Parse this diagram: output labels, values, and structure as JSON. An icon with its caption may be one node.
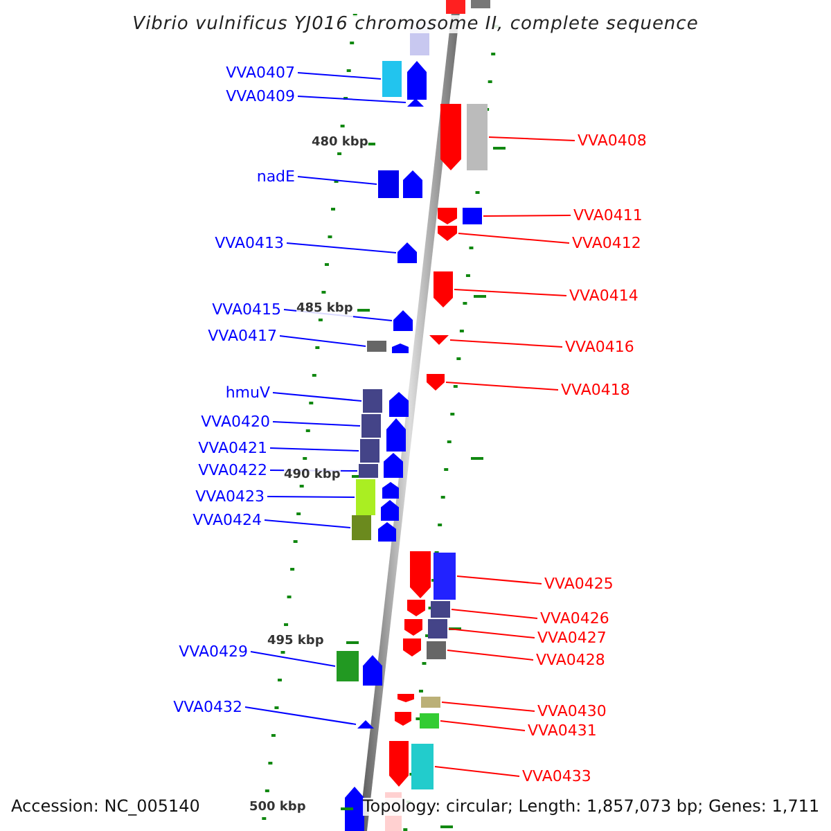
{
  "diagram": {
    "title": "Vibrio vulnificus YJ016 chromosome II, complete sequence",
    "nodes": [
      {
        "text": [
          "VVA0407"
        ]
      },
      {
        "text": [],
        "shape": "box"
      },
      {
        "text": [
          "VVA0409"
        ]
      },
      {
        "text": [],
        "shape": "triangle"
      },
      {
        "text": [
          "nadE"
        ]
      },
      {
        "text": [],
        "shape": "box"
      },
      {
        "text": [
          "VVA0413"
        ]
      },
      {
        "text": [],
        "shape": "pentagon"
      },
      {
        "text": [
          "VVA0415"
        ]
      },
      {
        "text": [],
        "shape": "pentagon"
      },
      {
        "text": [
          "VVA0417"
        ]
      },
      {
        "text": [],
        "shape": "box"
      },
      {
        "text": [
          "hmuV"
        ]
      },
      {
        "text": [],
        "shape": "box"
      },
      {
        "text": [
          "VVA0420"
        ]
      },
      {
        "text": [],
        "shape": "box"
      },
      {
        "text": [
          "VVA0421"
        ]
      },
      {
        "text": [],
        "shape": "box"
      },
      {
        "text": [
          "VVA0422"
        ]
      },
      {
        "text": [],
        "shape": "box"
      },
      {
        "text": [
          "VVA0423"
        ]
      },
      {
        "text": [],
        "shape": "box"
      },
      {
        "text": [
          "VVA0424"
        ]
      },
      {
        "text": [],
        "shape": "box"
      },
      {
        "text": [
          "VVA0429"
        ]
      },
      {
        "text": [],
        "shape": "box"
      },
      {
        "text": [
          "VVA0432"
        ]
      },
      {
        "text": [],
        "shape": "triangle"
      },
      {
        "text": [
          "VVA0408"
        ]
      },
      {
        "text": [],
        "shape": "box"
      },
      {
        "text": [
          "VVA0411"
        ]
      },
      {
        "text": [],
        "shape": "box"
      },
      {
        "text": [
          "VVA0412"
        ]
      },
      {
        "text": [],
        "shape": "pentagon"
      },
      {
        "text": [
          "VVA0414"
        ]
      },
      {
        "text": [],
        "shape": "pentagon"
      },
      {
        "text": [
          "VVA0416"
        ]
      },
      {
        "text": [],
        "shape": "triangle"
      },
      {
        "text": [
          "VVA0418"
        ]
      },
      {
        "text": [],
        "shape": "pentagon"
      },
      {
        "text": [
          "VVA0425"
        ]
      },
      {
        "text": [],
        "shape": "box"
      },
      {
        "text": [
          "VVA0426"
        ]
      },
      {
        "text": [],
        "shape": "box"
      },
      {
        "text": [
          "VVA0427"
        ]
      },
      {
        "text": [],
        "shape": "box"
      },
      {
        "text": [
          "VVA0428"
        ]
      },
      {
        "text": [],
        "shape": "box"
      },
      {
        "text": [
          "VVA0430"
        ]
      },
      {
        "text": [],
        "shape": "box"
      },
      {
        "text": [
          "VVA0431"
        ]
      },
      {
        "text": [],
        "shape": "box"
      },
      {
        "text": [
          "VVA0433"
        ]
      },
      {
        "text": [],
        "shape": "box"
      }
    ],
    "edges": [
      {
        "from": 0,
        "to": 1,
        "arrow": "none"
      },
      {
        "from": 2,
        "to": 3,
        "arrow": "none"
      },
      {
        "from": 4,
        "to": 5,
        "arrow": "none"
      },
      {
        "from": 6,
        "to": 7,
        "arrow": "none"
      },
      {
        "from": 8,
        "to": 9,
        "arrow": "none"
      },
      {
        "from": 10,
        "to": 11,
        "arrow": "none"
      },
      {
        "from": 12,
        "to": 13,
        "arrow": "none"
      },
      {
        "from": 14,
        "to": 15,
        "arrow": "none"
      },
      {
        "from": 16,
        "to": 17,
        "arrow": "none"
      },
      {
        "from": 18,
        "to": 19,
        "arrow": "none"
      },
      {
        "from": 20,
        "to": 21,
        "arrow": "none"
      },
      {
        "from": 22,
        "to": 23,
        "arrow": "none"
      },
      {
        "from": 24,
        "to": 25,
        "arrow": "none"
      },
      {
        "from": 26,
        "to": 27,
        "arrow": "none"
      },
      {
        "from": 28,
        "to": 29,
        "arrow": "none",
        "color": "#ff0000"
      },
      {
        "from": 30,
        "to": 31,
        "arrow": "none",
        "color": "#ff0000"
      },
      {
        "from": 32,
        "to": 33,
        "arrow": "none",
        "color": "#ff0000"
      },
      {
        "from": 34,
        "to": 35,
        "arrow": "none",
        "color": "#ff0000"
      },
      {
        "from": 36,
        "to": 37,
        "arrow": "none",
        "color": "#ff0000"
      },
      {
        "from": 38,
        "to": 39,
        "arrow": "none",
        "color": "#ff0000"
      },
      {
        "from": 40,
        "to": 41,
        "arrow": "none",
        "color": "#ff0000"
      },
      {
        "from": 42,
        "to": 43,
        "arrow": "none",
        "color": "#ff0000"
      },
      {
        "from": 44,
        "to": 45,
        "arrow": "none",
        "color": "#ff0000"
      },
      {
        "from": 46,
        "to": 47,
        "arrow": "none",
        "color": "#ff0000"
      },
      {
        "from": 48,
        "to": 49,
        "arrow": "none",
        "color": "#ff0000"
      },
      {
        "from": 50,
        "to": 51,
        "arrow": "none",
        "color": "#ff0000"
      },
      {
        "from": 52,
        "to": 53,
        "arrow": "none",
        "color": "#ff0000"
      }
    ],
    "labels": [
      "480 kbp",
      "485 kbp",
      "490 kbp",
      "495 kbp",
      "Accession: NC_005140",
      "500 kbp",
      "Topology: circular; Length: 1,857,073 bp; Genes: 1,711"
    ]
  }
}
